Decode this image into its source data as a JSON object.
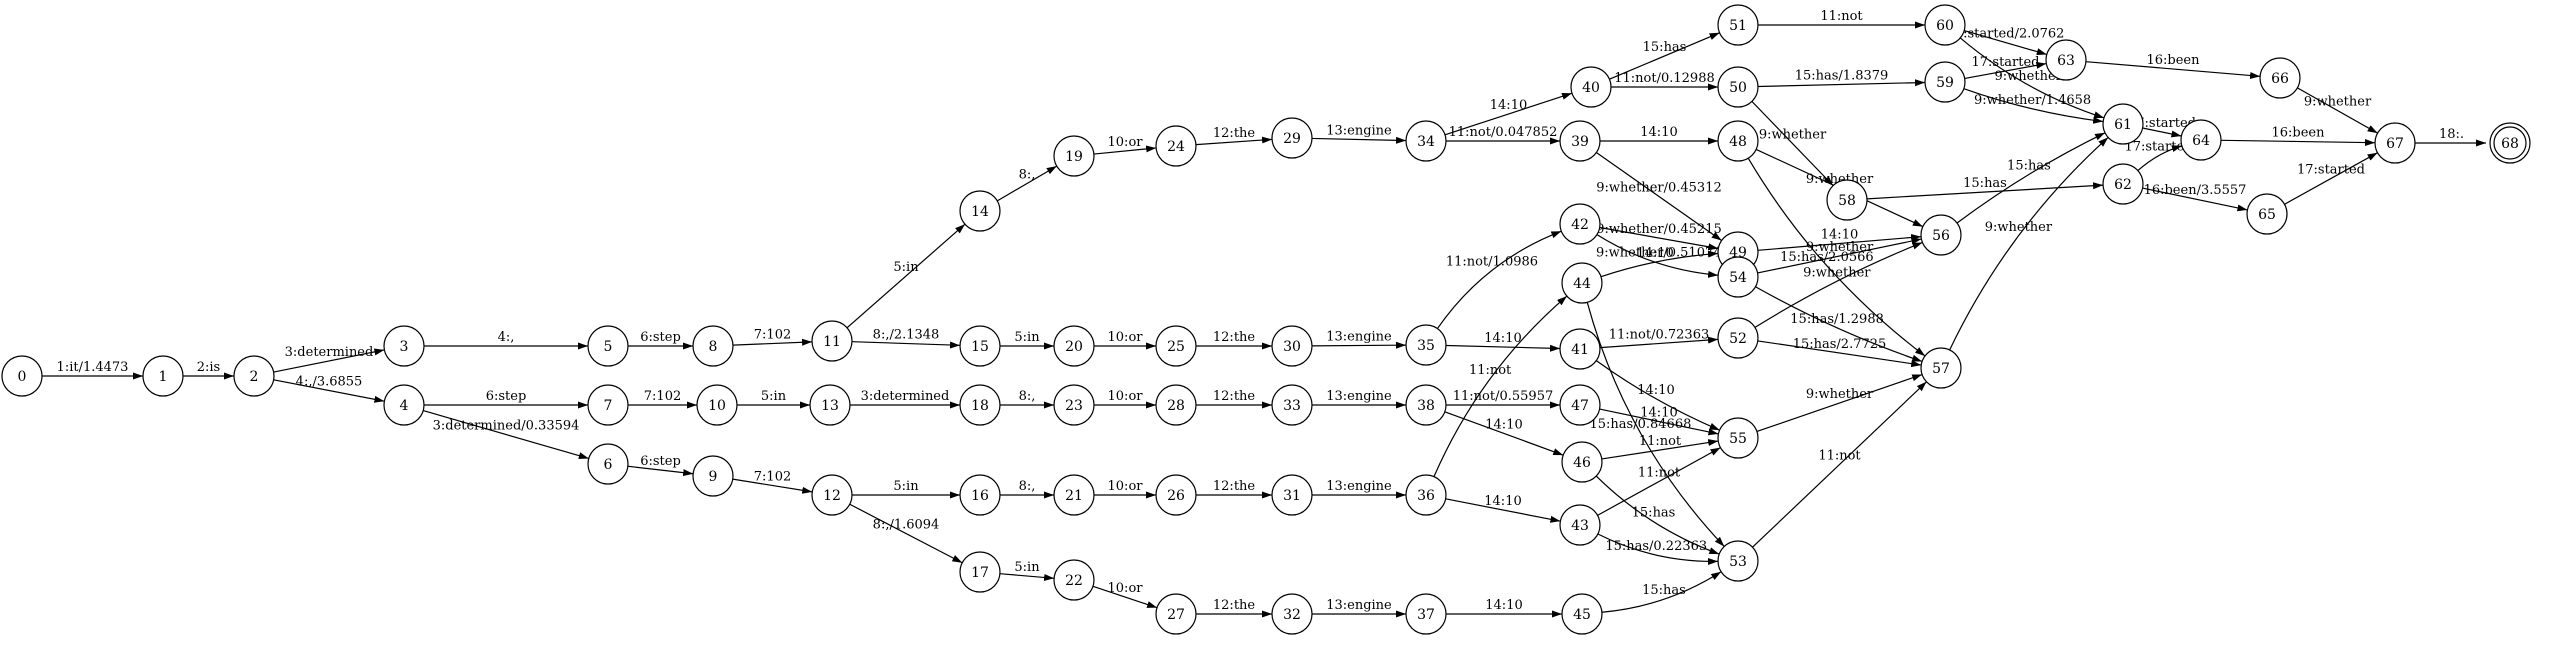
{
  "graph": {
    "type": "finite-state-transducer",
    "start_state": "0",
    "final_state": "68",
    "states": [
      "0",
      "1",
      "2",
      "3",
      "4",
      "5",
      "6",
      "7",
      "8",
      "9",
      "10",
      "11",
      "12",
      "13",
      "14",
      "15",
      "16",
      "17",
      "18",
      "19",
      "20",
      "21",
      "22",
      "23",
      "24",
      "25",
      "26",
      "27",
      "28",
      "29",
      "30",
      "31",
      "32",
      "33",
      "34",
      "35",
      "36",
      "37",
      "38",
      "39",
      "40",
      "41",
      "42",
      "43",
      "44",
      "45",
      "46",
      "47",
      "48",
      "49",
      "50",
      "51",
      "52",
      "53",
      "54",
      "55",
      "56",
      "57",
      "58",
      "59",
      "60",
      "61",
      "62",
      "63",
      "64",
      "65",
      "66",
      "67",
      "68"
    ],
    "edges": [
      {
        "from": "0",
        "to": "1",
        "label": "1:it/1.4473"
      },
      {
        "from": "1",
        "to": "2",
        "label": "2:is"
      },
      {
        "from": "2",
        "to": "3",
        "label": "3:determined"
      },
      {
        "from": "2",
        "to": "4",
        "label": "4:,/3.6855"
      },
      {
        "from": "3",
        "to": "5",
        "label": "4:,"
      },
      {
        "from": "4",
        "to": "7",
        "label": "6:step"
      },
      {
        "from": "4",
        "to": "6",
        "label": "3:determined/0.33594"
      },
      {
        "from": "5",
        "to": "8",
        "label": "6:step"
      },
      {
        "from": "6",
        "to": "9",
        "label": "6:step"
      },
      {
        "from": "7",
        "to": "10",
        "label": "7:102"
      },
      {
        "from": "8",
        "to": "11",
        "label": "7:102"
      },
      {
        "from": "9",
        "to": "12",
        "label": "7:102"
      },
      {
        "from": "10",
        "to": "13",
        "label": "5:in"
      },
      {
        "from": "11",
        "to": "14",
        "label": "5:in"
      },
      {
        "from": "11",
        "to": "15",
        "label": "8:,/2.1348"
      },
      {
        "from": "12",
        "to": "16",
        "label": "5:in"
      },
      {
        "from": "12",
        "to": "17",
        "label": "8:,/1.6094"
      },
      {
        "from": "13",
        "to": "18",
        "label": "3:determined"
      },
      {
        "from": "14",
        "to": "19",
        "label": "8:,"
      },
      {
        "from": "15",
        "to": "20",
        "label": "5:in"
      },
      {
        "from": "16",
        "to": "21",
        "label": "8:,"
      },
      {
        "from": "17",
        "to": "22",
        "label": "5:in"
      },
      {
        "from": "18",
        "to": "23",
        "label": "8:,"
      },
      {
        "from": "19",
        "to": "24",
        "label": "10:or"
      },
      {
        "from": "20",
        "to": "25",
        "label": "10:or"
      },
      {
        "from": "21",
        "to": "26",
        "label": "10:or"
      },
      {
        "from": "22",
        "to": "27",
        "label": "10:or"
      },
      {
        "from": "23",
        "to": "28",
        "label": "10:or"
      },
      {
        "from": "24",
        "to": "29",
        "label": "12:the"
      },
      {
        "from": "25",
        "to": "30",
        "label": "12:the"
      },
      {
        "from": "26",
        "to": "31",
        "label": "12:the"
      },
      {
        "from": "27",
        "to": "32",
        "label": "12:the"
      },
      {
        "from": "28",
        "to": "33",
        "label": "12:the"
      },
      {
        "from": "29",
        "to": "34",
        "label": "13:engine"
      },
      {
        "from": "30",
        "to": "35",
        "label": "13:engine"
      },
      {
        "from": "31",
        "to": "36",
        "label": "13:engine"
      },
      {
        "from": "32",
        "to": "37",
        "label": "13:engine"
      },
      {
        "from": "33",
        "to": "38",
        "label": "13:engine"
      },
      {
        "from": "34",
        "to": "40",
        "label": "14:10"
      },
      {
        "from": "34",
        "to": "39",
        "label": "11:not/0.047852"
      },
      {
        "from": "35",
        "to": "42",
        "label": "11:not/1.0986"
      },
      {
        "from": "35",
        "to": "41",
        "label": "14:10"
      },
      {
        "from": "36",
        "to": "44",
        "label": "11:not"
      },
      {
        "from": "36",
        "to": "43",
        "label": "14:10"
      },
      {
        "from": "37",
        "to": "45",
        "label": "14:10"
      },
      {
        "from": "38",
        "to": "47",
        "label": "11:not/0.55957"
      },
      {
        "from": "38",
        "to": "46",
        "label": "14:10"
      },
      {
        "from": "39",
        "to": "48",
        "label": "14:10"
      },
      {
        "from": "39",
        "to": "49",
        "label": "9:whether/0.45312"
      },
      {
        "from": "40",
        "to": "51",
        "label": "15:has"
      },
      {
        "from": "40",
        "to": "50",
        "label": "11:not/0.12988"
      },
      {
        "from": "41",
        "to": "52",
        "label": "11:not/0.72363"
      },
      {
        "from": "41",
        "to": "55",
        "label": "14:10"
      },
      {
        "from": "42",
        "to": "49",
        "label": "9:whether/0.45215"
      },
      {
        "from": "42",
        "to": "54",
        "label": "14:10"
      },
      {
        "from": "43",
        "to": "55",
        "label": "11:not"
      },
      {
        "from": "43",
        "to": "53",
        "label": "15:has/0.22363"
      },
      {
        "from": "44",
        "to": "49",
        "label": "9:whether/0.51074"
      },
      {
        "from": "44",
        "to": "53",
        "label": "15:has/0.84668"
      },
      {
        "from": "45",
        "to": "53",
        "label": "15:has"
      },
      {
        "from": "46",
        "to": "55",
        "label": "11:not"
      },
      {
        "from": "46",
        "to": "53",
        "label": "15:has"
      },
      {
        "from": "47",
        "to": "55",
        "label": "14:10"
      },
      {
        "from": "48",
        "to": "56",
        "label": "9:whether"
      },
      {
        "from": "48",
        "to": "57",
        "label": "15:has/2.0566"
      },
      {
        "from": "49",
        "to": "56",
        "label": "14:10"
      },
      {
        "from": "50",
        "to": "59",
        "label": "15:has/1.8379"
      },
      {
        "from": "50",
        "to": "58",
        "label": "9:whether"
      },
      {
        "from": "51",
        "to": "60",
        "label": "11:not"
      },
      {
        "from": "52",
        "to": "56",
        "label": "9:whether"
      },
      {
        "from": "52",
        "to": "57",
        "label": "15:has/2.7725"
      },
      {
        "from": "53",
        "to": "57",
        "label": "11:not"
      },
      {
        "from": "54",
        "to": "56",
        "label": "9:whether"
      },
      {
        "from": "54",
        "to": "57",
        "label": "15:has/1.2988"
      },
      {
        "from": "55",
        "to": "57",
        "label": "9:whether"
      },
      {
        "from": "56",
        "to": "61",
        "label": "15:has"
      },
      {
        "from": "57",
        "to": "61",
        "label": "9:whether"
      },
      {
        "from": "58",
        "to": "62",
        "label": "15:has"
      },
      {
        "from": "59",
        "to": "63",
        "label": "17:started"
      },
      {
        "from": "59",
        "to": "61",
        "label": "9:whether/1.4658"
      },
      {
        "from": "60",
        "to": "63",
        "label": "17:started/2.0762"
      },
      {
        "from": "60",
        "to": "61",
        "label": "9:whether"
      },
      {
        "from": "61",
        "to": "64",
        "label": "17:started"
      },
      {
        "from": "62",
        "to": "64",
        "label": "17:started"
      },
      {
        "from": "62",
        "to": "65",
        "label": "16:been/3.5557"
      },
      {
        "from": "63",
        "to": "66",
        "label": "16:been"
      },
      {
        "from": "64",
        "to": "67",
        "label": "16:been"
      },
      {
        "from": "65",
        "to": "67",
        "label": "17:started"
      },
      {
        "from": "66",
        "to": "67",
        "label": "9:whether"
      },
      {
        "from": "67",
        "to": "68",
        "label": "18:."
      }
    ]
  }
}
